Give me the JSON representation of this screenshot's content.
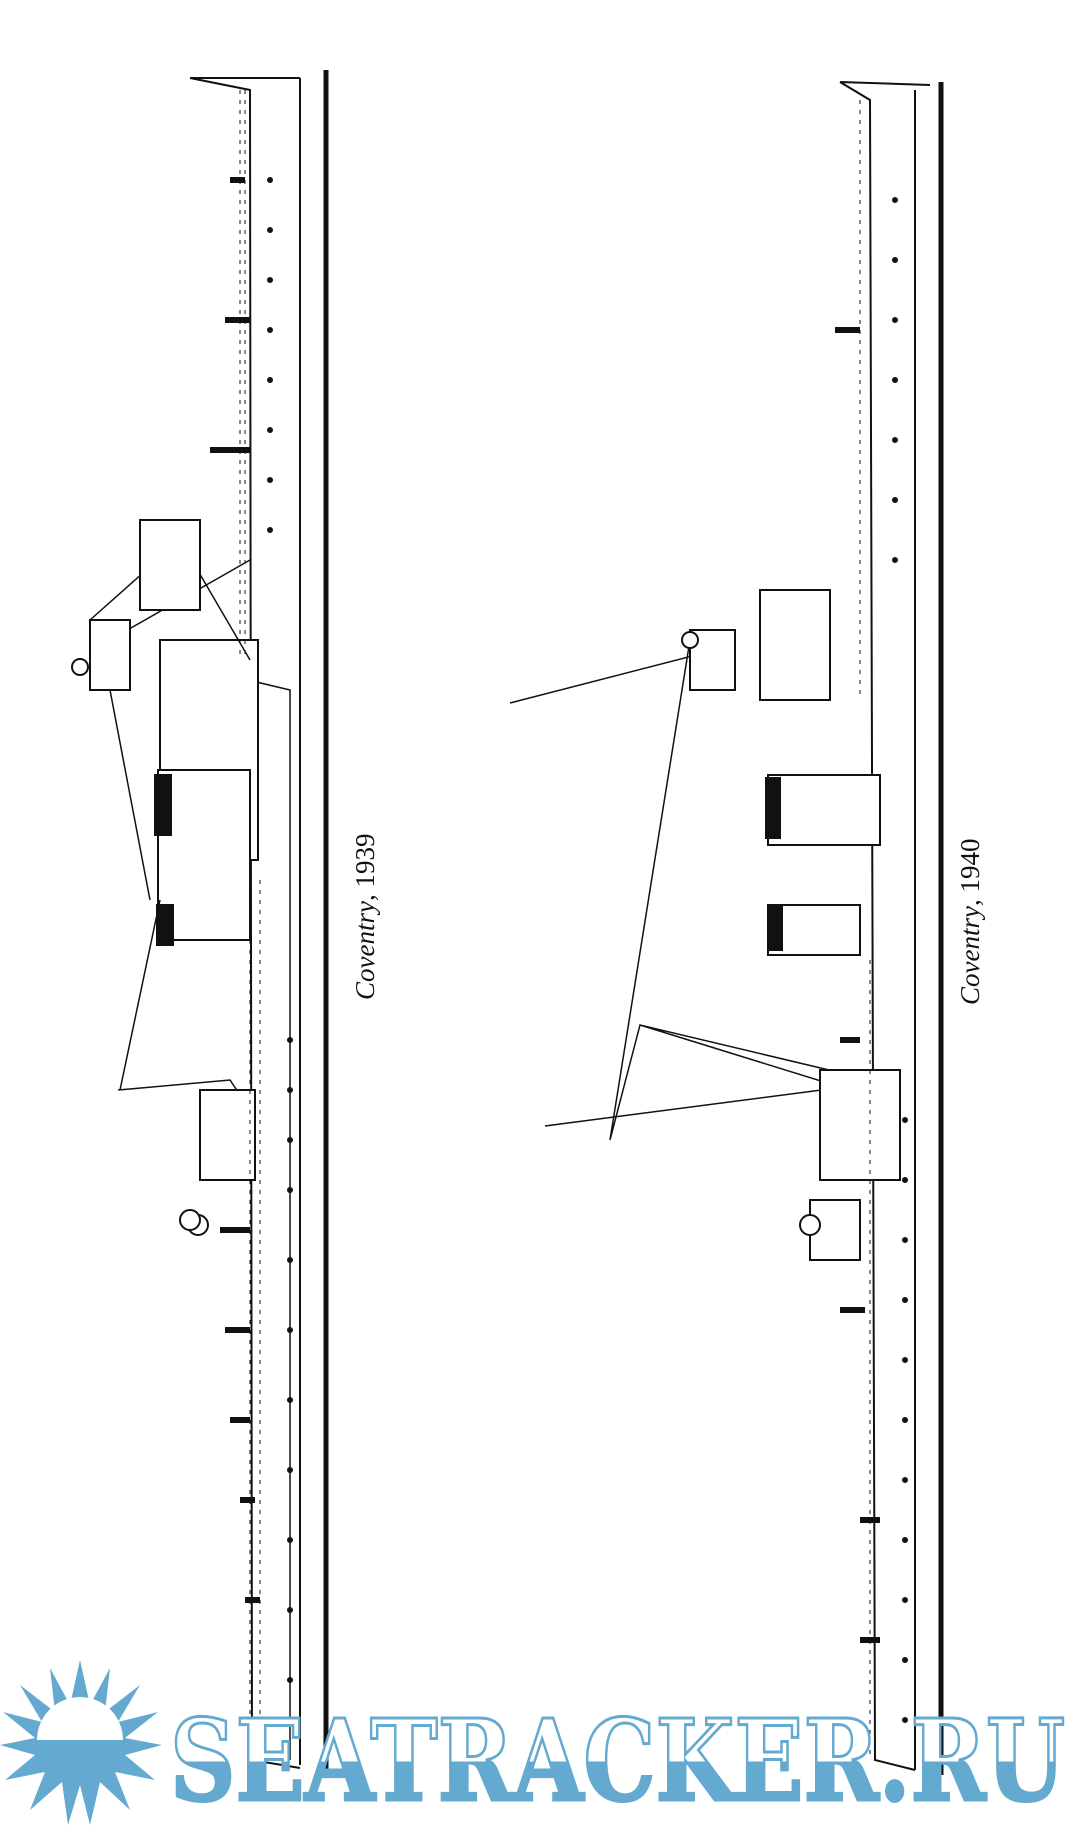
{
  "drawings": [
    {
      "ship": "Coventry",
      "year": "1939",
      "separator": ", "
    },
    {
      "ship": "Coventry",
      "year": "1940",
      "separator": ", "
    }
  ],
  "watermark": {
    "text": "SEATRACKER.RU",
    "color": "#64a9cf"
  }
}
